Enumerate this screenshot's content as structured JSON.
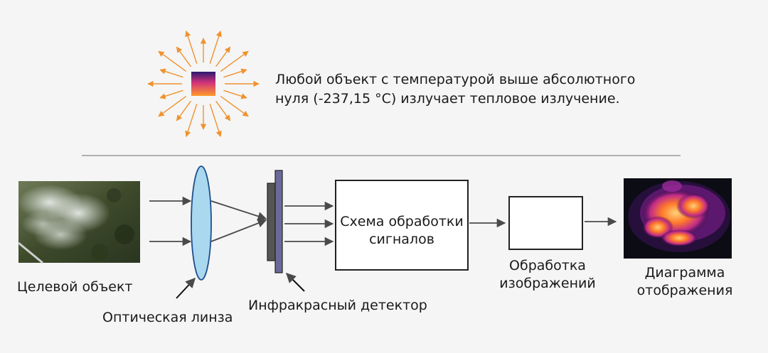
{
  "intro": {
    "line1": "Любой объект с температурой выше абсолютного",
    "line2": "нуля (-237,15 °C) излучает тепловое излучение."
  },
  "labels": {
    "target_object": "Целевой объект",
    "optical_lens": "Оптическая линза",
    "ir_detector": "Инфракрасный детектор",
    "signal_circuit_line1": "Схема обработки",
    "signal_circuit_line2": "сигналов",
    "image_processing_line1": "Обработка",
    "image_processing_line2": "изображений",
    "display_line1": "Диаграмма",
    "display_line2": "отображения"
  },
  "colors": {
    "ray": "#f0922e",
    "arrow": "#4a4a4a",
    "lens_fill": "#a9d8ef",
    "lens_stroke": "#1f4e8c",
    "detector_back": "#555555",
    "detector_front": "#6a6a9a",
    "divider": "#9a9a9a"
  }
}
